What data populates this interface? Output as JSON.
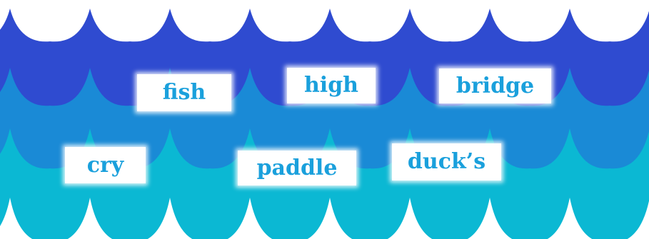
{
  "scene": {
    "colors": {
      "wave_back": "#2f4bd0",
      "wave_middle": "#1a8ad6",
      "wave_front": "#0bb8d3",
      "tile_background": "#ffffff",
      "tile_text": "#1aa0dc"
    }
  },
  "word_tiles": [
    {
      "label": "fish"
    },
    {
      "label": "high"
    },
    {
      "label": "bridge"
    },
    {
      "label": "cry"
    },
    {
      "label": "paddle"
    },
    {
      "label": "duck’s"
    }
  ]
}
